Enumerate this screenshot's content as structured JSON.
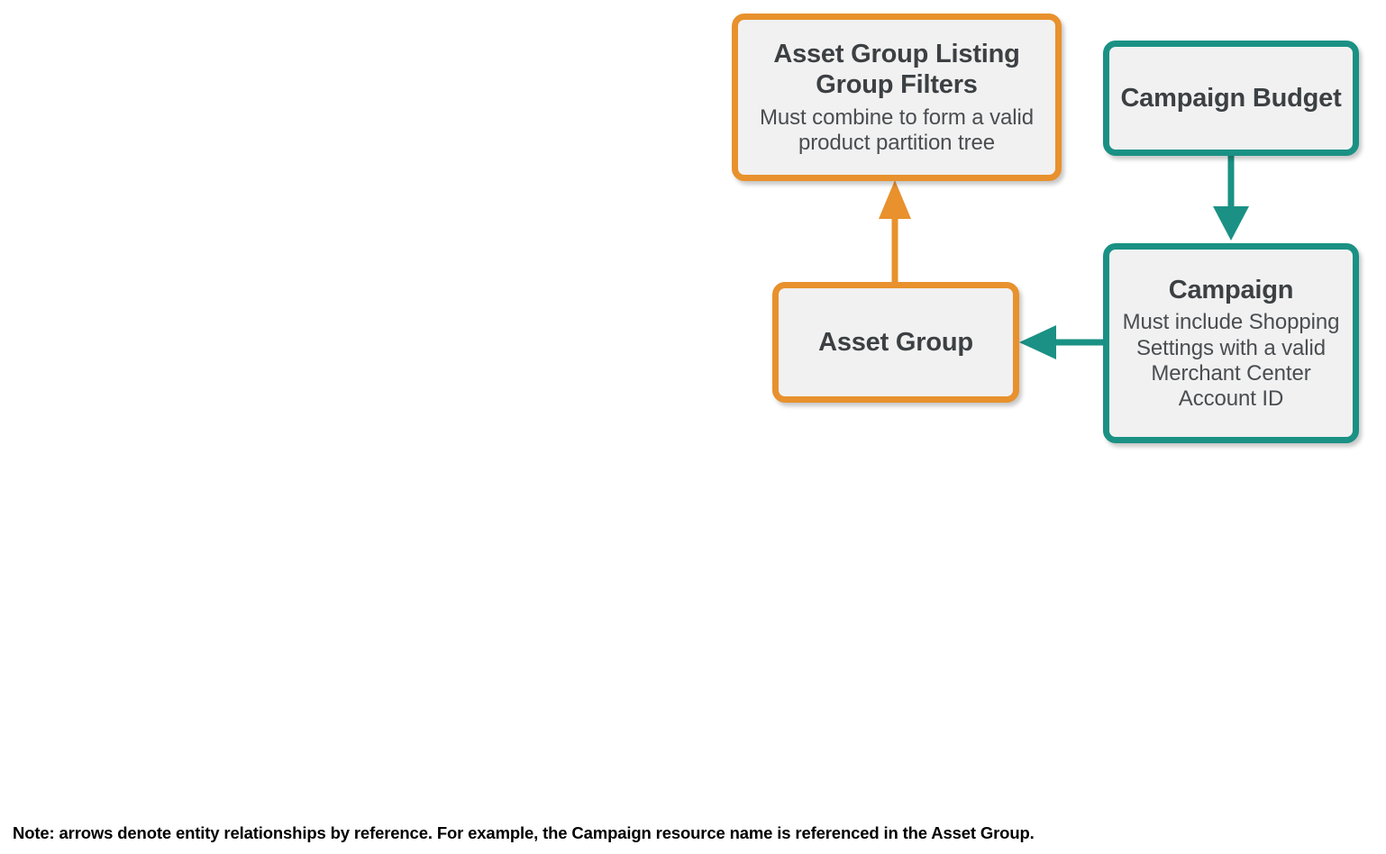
{
  "diagram": {
    "colors": {
      "orange": "#e8912d",
      "teal": "#1a9184",
      "node_fill": "#f1f1f1",
      "title_text": "#3c4043",
      "subtitle_text": "#4a4d50",
      "note_text": "#000000",
      "background": "#ffffff"
    },
    "nodes": [
      {
        "id": "asset-group-listing-group-filters",
        "title": "Asset Group Listing Group Filters",
        "subtitle": "Must combine to form a valid product partition tree",
        "accent": "orange"
      },
      {
        "id": "campaign-budget",
        "title": "Campaign Budget",
        "subtitle": "",
        "accent": "teal"
      },
      {
        "id": "asset-group",
        "title": "Asset Group",
        "subtitle": "",
        "accent": "orange"
      },
      {
        "id": "campaign",
        "title": "Campaign",
        "subtitle": "Must include Shopping Settings with a valid Merchant Center Account ID",
        "accent": "teal"
      }
    ],
    "edges": [
      {
        "id": "asset-group-to-listing-filters",
        "from": "asset-group",
        "to": "asset-group-listing-group-filters",
        "direction": "up",
        "color": "orange"
      },
      {
        "id": "campaign-budget-to-campaign",
        "from": "campaign-budget",
        "to": "campaign",
        "direction": "down",
        "color": "teal"
      },
      {
        "id": "campaign-to-asset-group",
        "from": "campaign",
        "to": "asset-group",
        "direction": "left",
        "color": "teal"
      }
    ],
    "note": "Note: arrows denote entity relationships by reference. For example, the Campaign resource name is referenced in the Asset Group."
  }
}
